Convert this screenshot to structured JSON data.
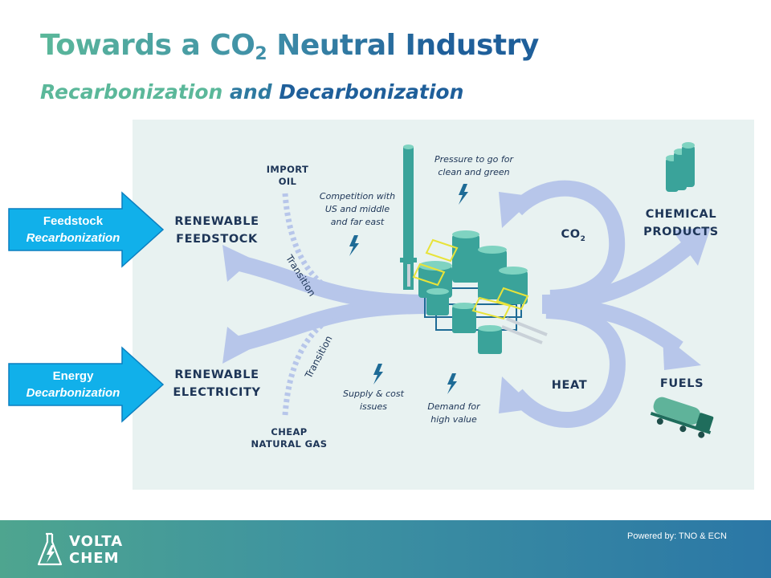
{
  "header": {
    "title_main": "Towards a CO",
    "title_sub": "2",
    "title_rest": " Neutral Industry",
    "subtitle_a": "Recarbonization",
    "subtitle_b": " and ",
    "subtitle_c": "Decarbonization"
  },
  "callouts": [
    {
      "line1": "Feedstock",
      "line2": "Recarbonization"
    },
    {
      "line1": "Energy",
      "line2": "Decarbonization"
    }
  ],
  "diagram": {
    "renewable_feedstock": [
      "RENEWABLE",
      "FEEDSTOCK"
    ],
    "renewable_electricity": [
      "RENEWABLE",
      "ELECTRICITY"
    ],
    "import_oil": [
      "IMPORT",
      "OIL"
    ],
    "cheap_natural_gas": [
      "CHEAP",
      "NATURAL GAS"
    ],
    "transition_top": "Transition",
    "transition_bottom": "Transition",
    "competition": [
      "Competition with",
      "US and middle",
      "and far east"
    ],
    "pressure": [
      "Pressure to go for",
      "clean and green"
    ],
    "supply": [
      "Supply & cost",
      "issues"
    ],
    "demand": [
      "Demand for",
      "high value"
    ],
    "co2_main": "CO",
    "co2_sub": "2",
    "heat": "HEAT",
    "chemical_products": [
      "CHEMICAL",
      "PRODUCTS"
    ],
    "fuels": "FUELS"
  },
  "footer": {
    "logo_line1": "VOLTA",
    "logo_line2": "CHEM",
    "powered_by": "Powered by: TNO & ECN"
  },
  "colors": {
    "arrow": "#b7c6ea",
    "tank": "#3aa39a",
    "tank_dark": "#1e6b96",
    "callout": "#11b0ea",
    "text_dark": "#1d3557"
  }
}
